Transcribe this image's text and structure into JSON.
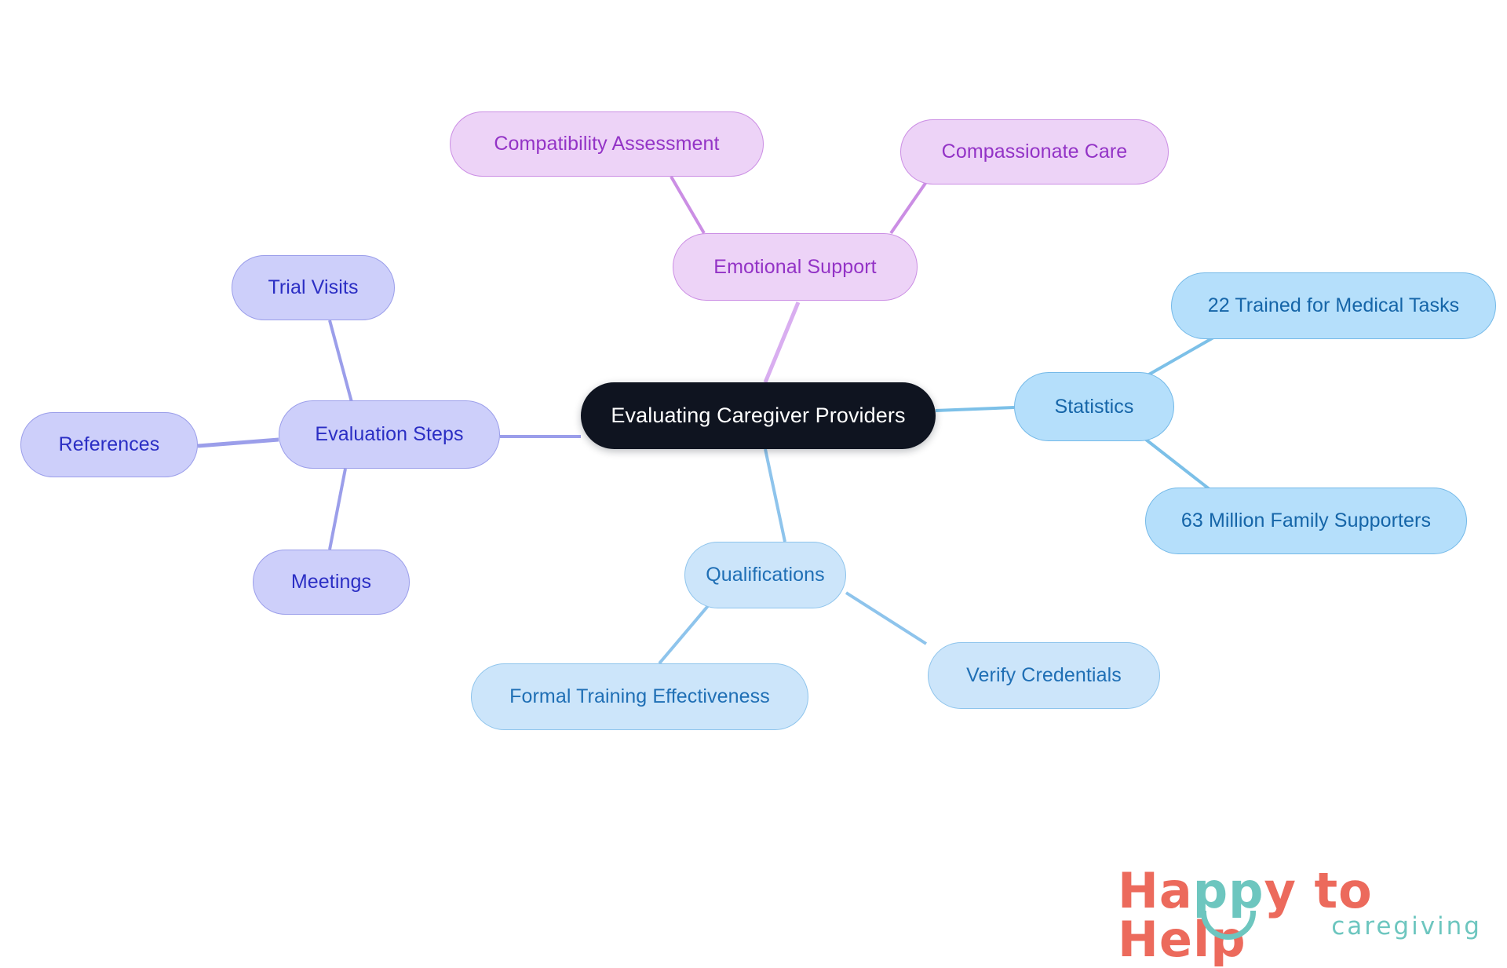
{
  "diagram": {
    "type": "mindmap",
    "title": "Evaluating Caregiver Providers",
    "root": {
      "id": "root",
      "label": "Evaluating Caregiver Providers"
    },
    "branches": [
      {
        "id": "evaluation-steps",
        "label": "Evaluation Steps",
        "color_fill": "#cdcffa",
        "color_border": "#9b9eea",
        "color_text": "#2b2ec4",
        "edge_color": "#9b9eea",
        "children": [
          {
            "id": "trial-visits",
            "label": "Trial Visits"
          },
          {
            "id": "references",
            "label": "References"
          },
          {
            "id": "meetings",
            "label": "Meetings"
          }
        ]
      },
      {
        "id": "emotional-support",
        "label": "Emotional Support",
        "color_fill": "#edd3f7",
        "color_border": "#cb8ee4",
        "color_text": "#9333c6",
        "edge_color": "#d9aef0",
        "children": [
          {
            "id": "compatibility-assessment",
            "label": "Compatibility Assessment"
          },
          {
            "id": "compassionate-care",
            "label": "Compassionate Care"
          }
        ]
      },
      {
        "id": "statistics",
        "label": "Statistics",
        "color_fill": "#b5dffb",
        "color_border": "#74b9e8",
        "color_text": "#1565a8",
        "edge_color": "#7cc0e8",
        "children": [
          {
            "id": "trained-medical-tasks",
            "label": "22 Trained for Medical Tasks"
          },
          {
            "id": "family-supporters",
            "label": "63 Million Family Supporters"
          }
        ]
      },
      {
        "id": "qualifications",
        "label": "Qualifications",
        "color_fill": "#cce5fa",
        "color_border": "#8ec4ec",
        "color_text": "#1f6fb5",
        "edge_color": "#8ec4ec",
        "children": [
          {
            "id": "formal-training-effectiveness",
            "label": "Formal Training Effectiveness"
          },
          {
            "id": "verify-credentials",
            "label": "Verify Credentials"
          }
        ]
      }
    ]
  },
  "logo": {
    "word_h": "H",
    "word_a": "a",
    "word_pp": "pp",
    "word_y": "y",
    "word_to": " to ",
    "word_help": "Help",
    "subtitle": "caregiving",
    "coral": "#ec6a5c",
    "teal": "#6dc6bf"
  }
}
